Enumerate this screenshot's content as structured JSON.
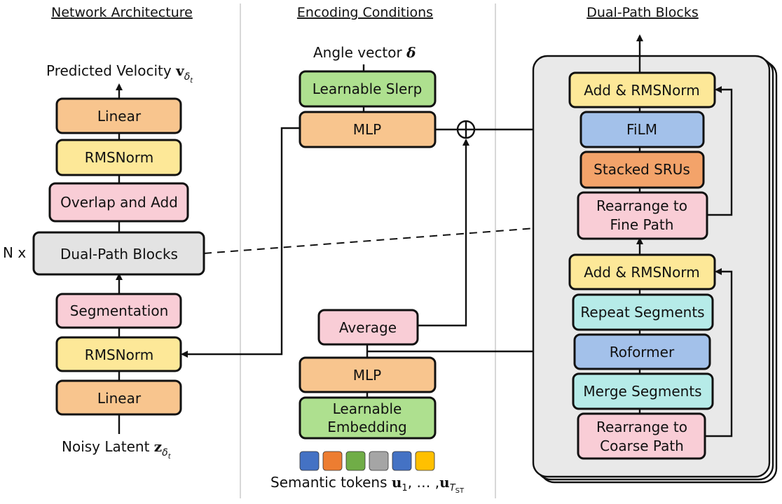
{
  "headers": {
    "architecture": "Network Architecture",
    "conditions": "Encoding Conditions",
    "dual_path": "Dual-Path Blocks"
  },
  "architecture": {
    "output_label": "Predicted Velocity",
    "output_symbol": "v",
    "output_subscript": "δ",
    "output_subsub": "t",
    "input_label": "Noisy Latent",
    "input_symbol": "z",
    "input_subscript": "δ",
    "input_subsub": "t",
    "repeat_label": "N x",
    "blocks": {
      "linear_top": "Linear",
      "rmsnorm_top": "RMSNorm",
      "overlap_add": "Overlap and Add",
      "dual_path": "Dual-Path Blocks",
      "segmentation": "Segmentation",
      "rmsnorm_bottom": "RMSNorm",
      "linear_bottom": "Linear"
    }
  },
  "conditions": {
    "angle_label": "Angle vector",
    "angle_symbol": "δ",
    "blocks": {
      "learnable_slerp": "Learnable Slerp",
      "mlp_top": "MLP",
      "average": "Average",
      "mlp_bottom": "MLP",
      "embedding_line1": "Learnable",
      "embedding_line2": "Embedding"
    },
    "tokens_label": "Semantic tokens",
    "tokens_math": "u",
    "tokens_first_sub": "1",
    "tokens_sep": ", … ,",
    "tokens_last_sub": "T",
    "tokens_last_subsub": "ST",
    "token_colors": [
      "#4472c4",
      "#ed7d31",
      "#70ad47",
      "#a5a5a5",
      "#4472c4",
      "#ffc000"
    ]
  },
  "dual_path": {
    "blocks": {
      "add_norm_top": "Add & RMSNorm",
      "film": "FiLM",
      "stacked_srus": "Stacked SRUs",
      "rearrange_fine_line1": "Rearrange to",
      "rearrange_fine_line2": "Fine Path",
      "add_norm_bottom": "Add & RMSNorm",
      "repeat_segments": "Repeat Segments",
      "roformer": "Roformer",
      "merge_segments": "Merge Segments",
      "rearrange_coarse_line1": "Rearrange to",
      "rearrange_coarse_line2": "Coarse Path"
    }
  },
  "colors": {
    "orange": "#f8c58e",
    "yellow": "#fde898",
    "pink": "#f9cdd6",
    "gray": "#e3e3e3",
    "green": "#aee08f",
    "blue": "#a3c1ea",
    "teal": "#b6ebe8",
    "dark_orange": "#f3a36a",
    "panel": "#e9e9e9"
  }
}
